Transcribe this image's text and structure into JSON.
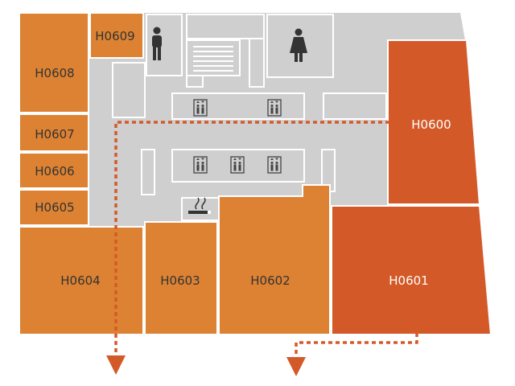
{
  "rooms": [
    {
      "id": "H0600",
      "label": "H0600",
      "color": "#d35a28",
      "text_color": "#ffffff",
      "highlighted": true
    },
    {
      "id": "H0601",
      "label": "H0601",
      "color": "#d35a28",
      "text_color": "#ffffff",
      "highlighted": true
    },
    {
      "id": "H0602",
      "label": "H0602",
      "color": "#dd8233",
      "text_color": "#333333",
      "highlighted": false
    },
    {
      "id": "H0603",
      "label": "H0603",
      "color": "#dd8233",
      "text_color": "#333333",
      "highlighted": false
    },
    {
      "id": "H0604",
      "label": "H0604",
      "color": "#dd8233",
      "text_color": "#333333",
      "highlighted": false
    },
    {
      "id": "H0605",
      "label": "H0605",
      "color": "#dd8233",
      "text_color": "#333333",
      "highlighted": false
    },
    {
      "id": "H0606",
      "label": "H0606",
      "color": "#dd8233",
      "text_color": "#333333",
      "highlighted": false
    },
    {
      "id": "H0607",
      "label": "H0607",
      "color": "#dd8233",
      "text_color": "#333333",
      "highlighted": false
    },
    {
      "id": "H0608",
      "label": "H0608",
      "color": "#dd8233",
      "text_color": "#333333",
      "highlighted": false
    },
    {
      "id": "H0609",
      "label": "H0609",
      "color": "#dd8233",
      "text_color": "#333333",
      "highlighted": false
    }
  ],
  "facilities": [
    "men-restroom-icon",
    "women-restroom-icon",
    "elevator-icon",
    "smoking-area-icon",
    "staircase"
  ],
  "colors": {
    "floor": "#cfcfcf",
    "wall": "#ffffff",
    "route": "#d35a28"
  },
  "route_arrows": [
    "exit-arrow-left",
    "exit-arrow-center"
  ]
}
